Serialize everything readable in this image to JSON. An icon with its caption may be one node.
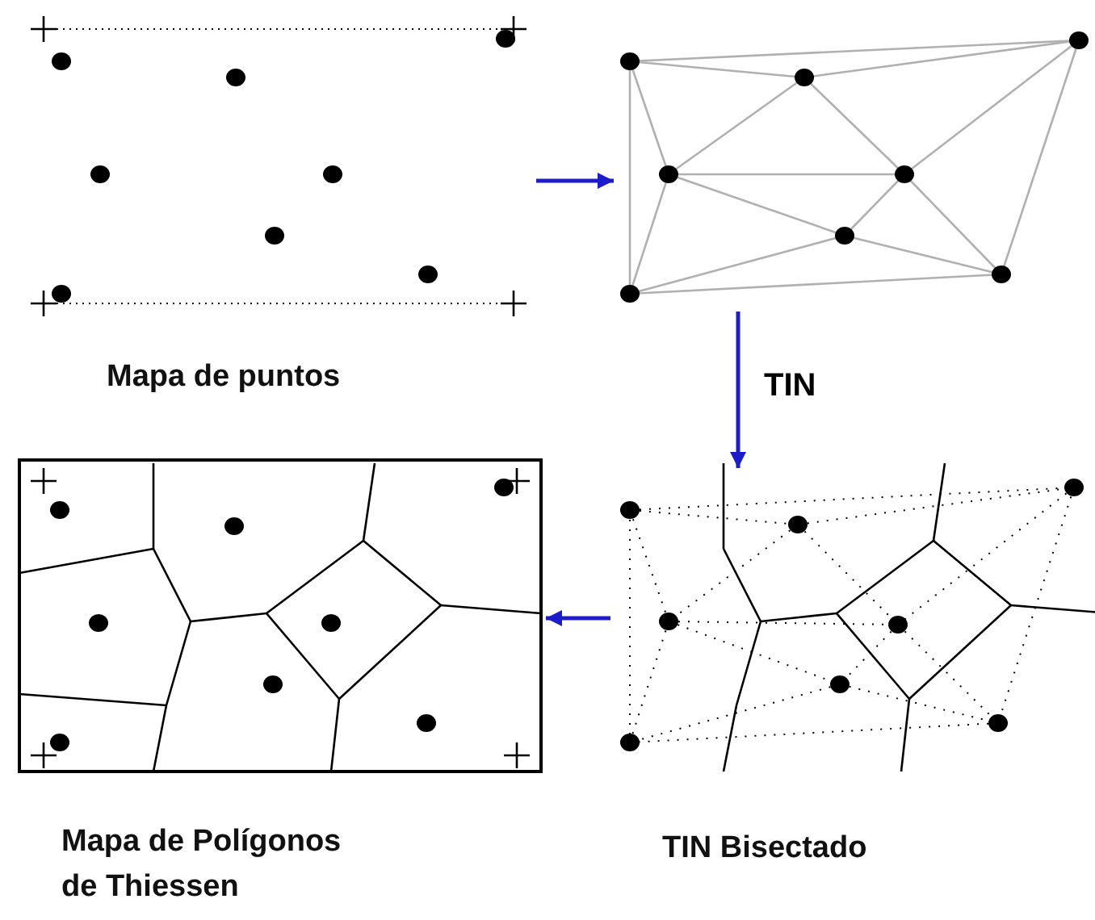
{
  "diagram": {
    "nodes": [
      {
        "text": [
          "Mapa de puntos"
        ]
      },
      {
        "text": [],
        "shape": "picture"
      },
      {
        "text": [
          "TIN Bisectado"
        ]
      },
      {
        "text": [
          "Mapa de Polígonos de Thiessen"
        ]
      }
    ],
    "edges": [
      {
        "from": 0,
        "to": 1,
        "arrow": "to"
      },
      {
        "from": 1,
        "to": 2,
        "arrow": "to",
        "label": "TIN"
      },
      {
        "from": 2,
        "to": 3,
        "arrow": "to"
      }
    ]
  }
}
